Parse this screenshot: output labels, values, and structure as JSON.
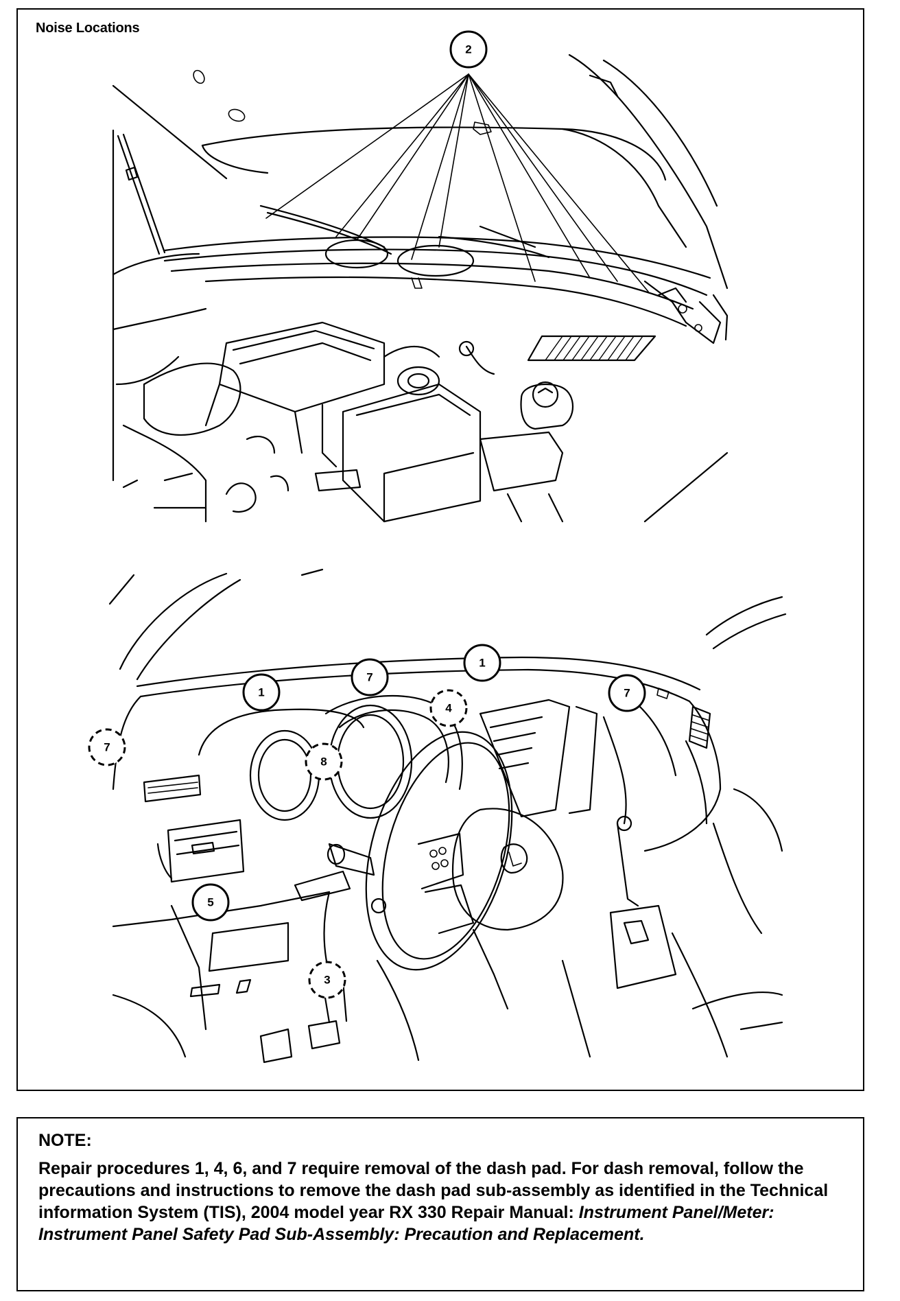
{
  "figure": {
    "title": "Noise Locations"
  },
  "callouts": [
    {
      "label": "2",
      "style": "solid"
    },
    {
      "label": "1",
      "style": "solid"
    },
    {
      "label": "7",
      "style": "solid"
    },
    {
      "label": "1",
      "style": "solid"
    },
    {
      "label": "7",
      "style": "solid"
    },
    {
      "label": "4",
      "style": "dashed"
    },
    {
      "label": "7",
      "style": "dashed"
    },
    {
      "label": "8",
      "style": "dashed"
    },
    {
      "label": "5",
      "style": "solid"
    },
    {
      "label": "3",
      "style": "dashed"
    }
  ],
  "note": {
    "heading": "NOTE:",
    "body_plain": "Repair procedures 1, 4, 6, and 7 require removal of the dash pad. For dash removal, follow the precautions and instructions to remove the dash pad sub-assembly as identified in the Technical information System (TIS), 2004 model year RX 330 Repair Manual: ",
    "body_italic": "Instrument Panel/Meter: Instrument Panel Safety Pad Sub-Assembly: Precaution and Replacement."
  },
  "colors": {
    "ink": "#000000",
    "paper": "#ffffff"
  }
}
